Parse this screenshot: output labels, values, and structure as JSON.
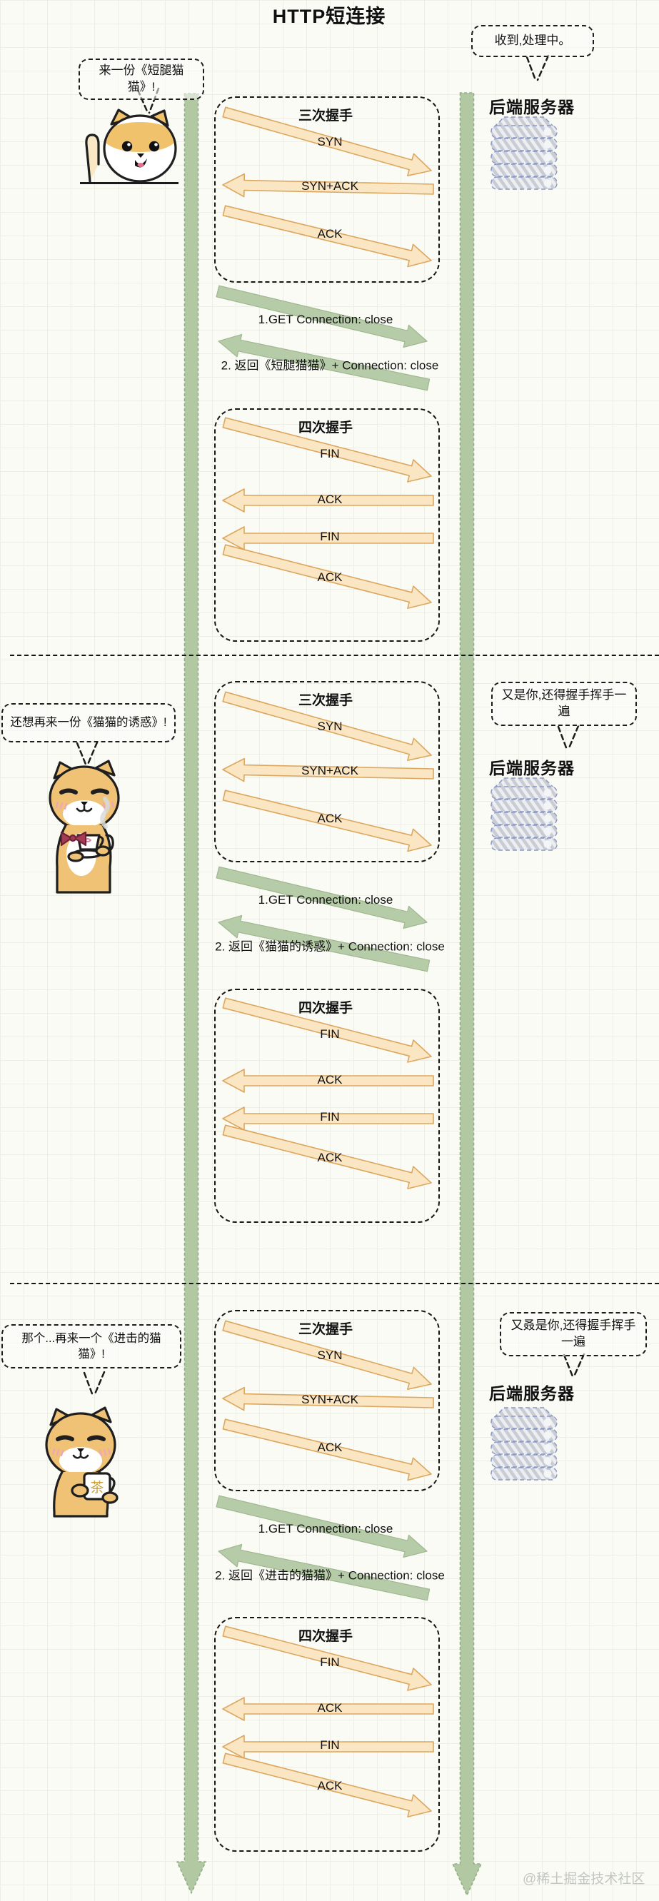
{
  "page": {
    "title": "HTTP短连接",
    "watermark": "@稀土掘金技术社区"
  },
  "labels": {
    "threeway_title": "三次握手",
    "fourway_title": "四次握手",
    "server": "后端服务器",
    "syn": "SYN",
    "syn_ack": "SYN+ACK",
    "ack": "ACK",
    "fin": "FIN",
    "cat_cup_text": "茶"
  },
  "sections": [
    {
      "client_bubble": "来一份《短腿猫猫》!",
      "server_bubble": "收到,处理中。",
      "request": "1.GET  Connection: close",
      "response": "2. 返回《短腿猫猫》+  Connection: close"
    },
    {
      "client_bubble": "还想再来一份《猫猫的诱惑》!",
      "server_bubble": "又是你,还得握手挥手一遍",
      "request": "1.GET  Connection: close",
      "response": "2. 返回《猫猫的诱惑》+  Connection: close"
    },
    {
      "client_bubble": "那个...再来一个《进击的猫猫》!",
      "server_bubble": "又叒是你,还得握手挥手一遍",
      "request": "1.GET  Connection: close",
      "response": "2. 返回《进击的猫猫》+  Connection: close"
    }
  ]
}
